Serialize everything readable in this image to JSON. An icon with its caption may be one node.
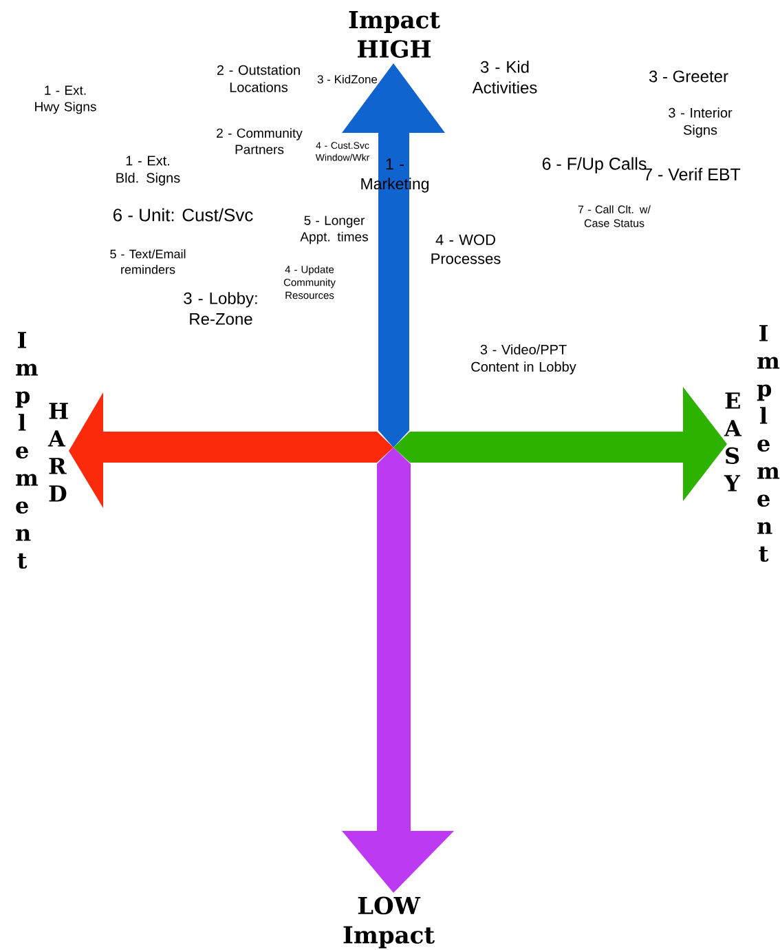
{
  "diagram": {
    "labels": [
      "Impact HIGH",
      "1 - Ext. Hwy Signs",
      "2 - Outstation Locations",
      "3 - KidZone",
      "3 - Kid Activities",
      "3 - Greeter",
      "3 - Interior Signs",
      "2 - Community Partners",
      "4 - Cust.Svc Window/Wkr",
      "1 - Ext. Bld. Signs",
      "1 - Marketing",
      "6 - F/Up Calls",
      "7 - Verif EBT",
      "6 - Unit: Cust/Svc",
      "7 - Call Clt. w/ Case Status",
      "5 - Text/Email reminders",
      "5 - Longer Appt. times",
      "4 - WOD Processes",
      "4 - Update Community Resources",
      "3 - Lobby: Re-Zone",
      "3 - Video/PPT Content in Lobby",
      "Implement",
      "HARD",
      "EASY",
      "Implement",
      "LOW Impact"
    ]
  }
}
